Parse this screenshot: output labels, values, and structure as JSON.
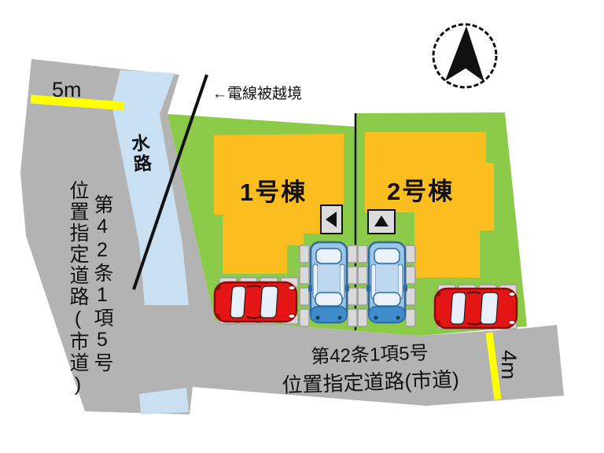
{
  "labels": {
    "road_width_top": "5m",
    "road_width_bottom": "4m",
    "power_line_note": "←電線被越境",
    "waterway": "水路",
    "building1": "1号棟",
    "building2": "2号棟",
    "left_road_line1": "第42条1項5号",
    "left_road_line2": "位置指定道路(市道)",
    "bottom_road_line1": "第42条1項5号",
    "bottom_road_line2": "位置指定道路(市道)"
  },
  "icons": {
    "compass": "north-arrow-icon",
    "garage_lot1": "left-triangle-arrow-icon",
    "garage_lot2": "up-triangle-arrow-icon"
  },
  "colors": {
    "road": "#b3b3b3",
    "waterway": "#c9dff2",
    "lot": "#8ccb4a",
    "building": "#fcbe1f",
    "highlight": "#ffff00",
    "car_red": "#e31515",
    "car_blue": "#9cc6e8"
  }
}
